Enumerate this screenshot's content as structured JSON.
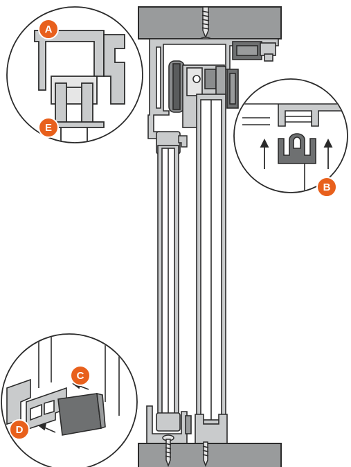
{
  "callouts": [
    {
      "letter": "A",
      "color": "#e8601c"
    },
    {
      "letter": "B",
      "color": "#e8601c"
    },
    {
      "letter": "C",
      "color": "#e8601c"
    },
    {
      "letter": "D",
      "color": "#e8601c"
    },
    {
      "letter": "E",
      "color": "#e8601c"
    }
  ],
  "colors": {
    "profile_fill": "#c9cbcc",
    "profile_stroke": "#2b2b2b",
    "block_fill": "#999b9c",
    "dark_part": "#6e7071",
    "callout": "#e8601c"
  }
}
